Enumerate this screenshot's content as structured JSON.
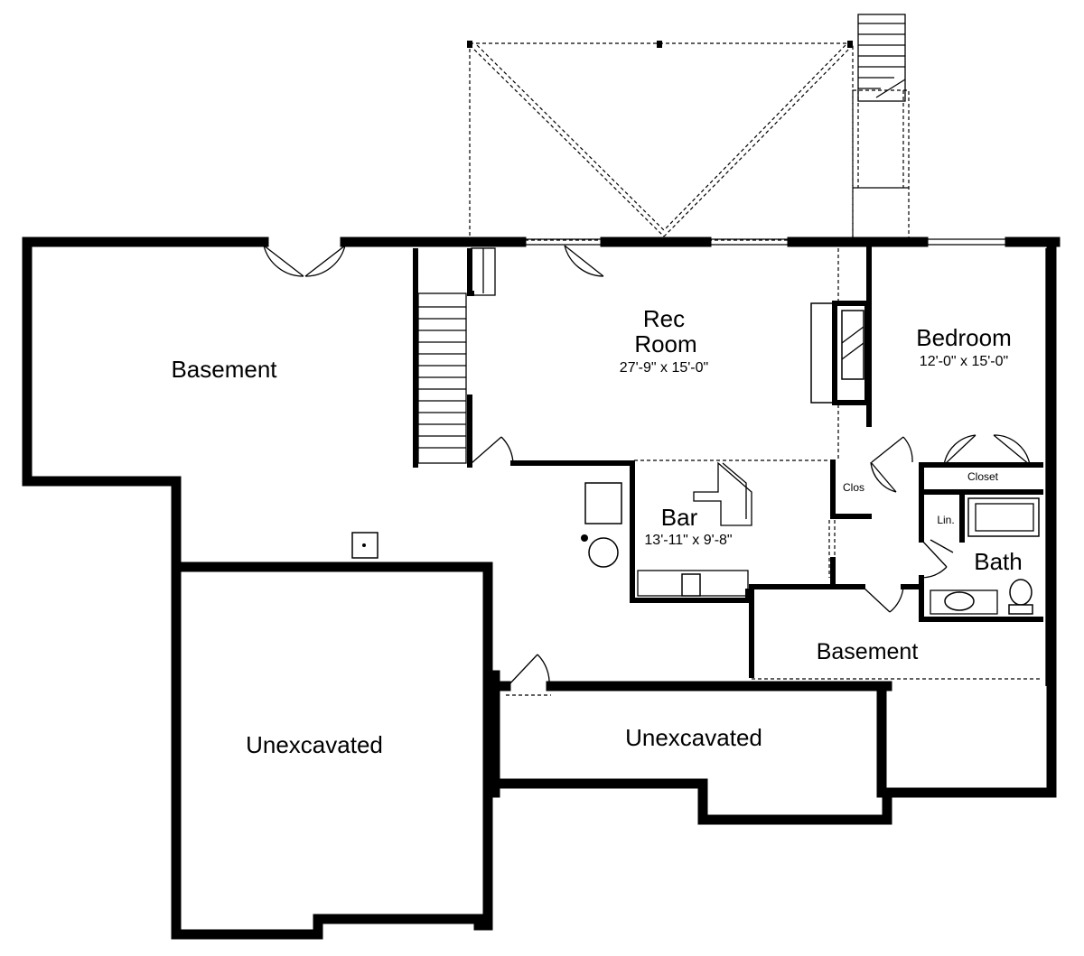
{
  "rooms": {
    "basement_left": {
      "name": "Basement"
    },
    "rec_room": {
      "name_line1": "Rec",
      "name_line2": "Room",
      "dims": "27'-9\" x 15'-0\""
    },
    "bedroom": {
      "name": "Bedroom",
      "dims": "12'-0\" x 15'-0\""
    },
    "bar": {
      "name": "Bar",
      "dims": "13'-11\" x 9'-8\""
    },
    "bath": {
      "name": "Bath"
    },
    "closet": {
      "name": "Closet"
    },
    "clos": {
      "name": "Clos"
    },
    "linen": {
      "name": "Lin."
    },
    "basement_right": {
      "name": "Basement"
    },
    "unexcavated_left": {
      "name": "Unexcavated"
    },
    "unexcavated_right": {
      "name": "Unexcavated"
    }
  }
}
